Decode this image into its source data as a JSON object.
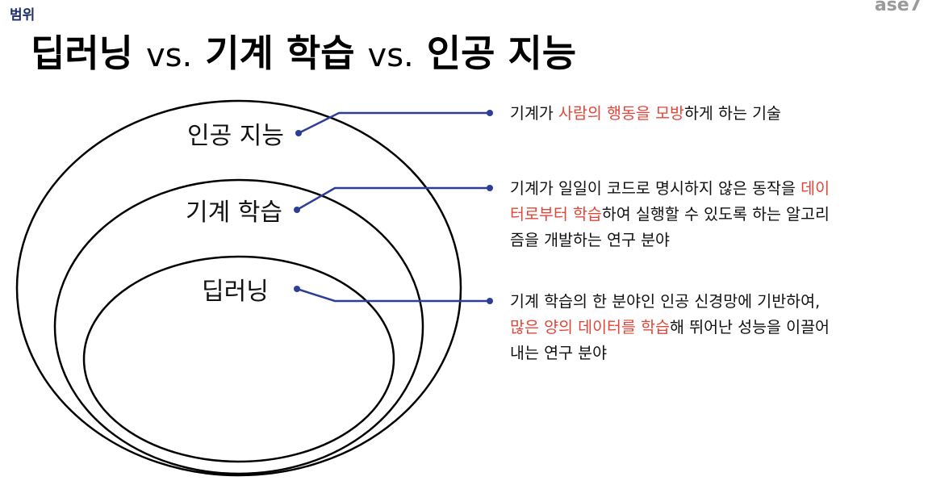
{
  "header": {
    "section_label": "범위",
    "brand_mark": "ase7"
  },
  "title": {
    "term1": "딥러닝",
    "vs1": "vs.",
    "term2": "기계 학습",
    "vs2": "vs.",
    "term3": "인공 지능"
  },
  "diagram": {
    "ring_labels": {
      "ai": "인공 지능",
      "ml": "기계 학습",
      "dl": "딥러닝"
    },
    "connector_color": "#2c3e96",
    "highlight_color": "#e2463a",
    "descriptions": {
      "ai": {
        "pre": "기계가 ",
        "highlight": "사람의 행동을 모방",
        "post": "하게 하는 기술"
      },
      "ml": {
        "pre": "기계가 일일이 코드로 명시하지 않은 동작을 ",
        "highlight": "데이터로부터 학습",
        "post": "하여 실행할 수 있도록 하는 알고리즘을 개발하는 연구 분야"
      },
      "dl": {
        "pre": "기계 학습의 한 분야인 인공 신경망에 기반하여, ",
        "highlight": "많은 양의 데이터를 학습",
        "post": "해 뛰어난 성능을 이끌어내는 연구 분야"
      }
    }
  }
}
